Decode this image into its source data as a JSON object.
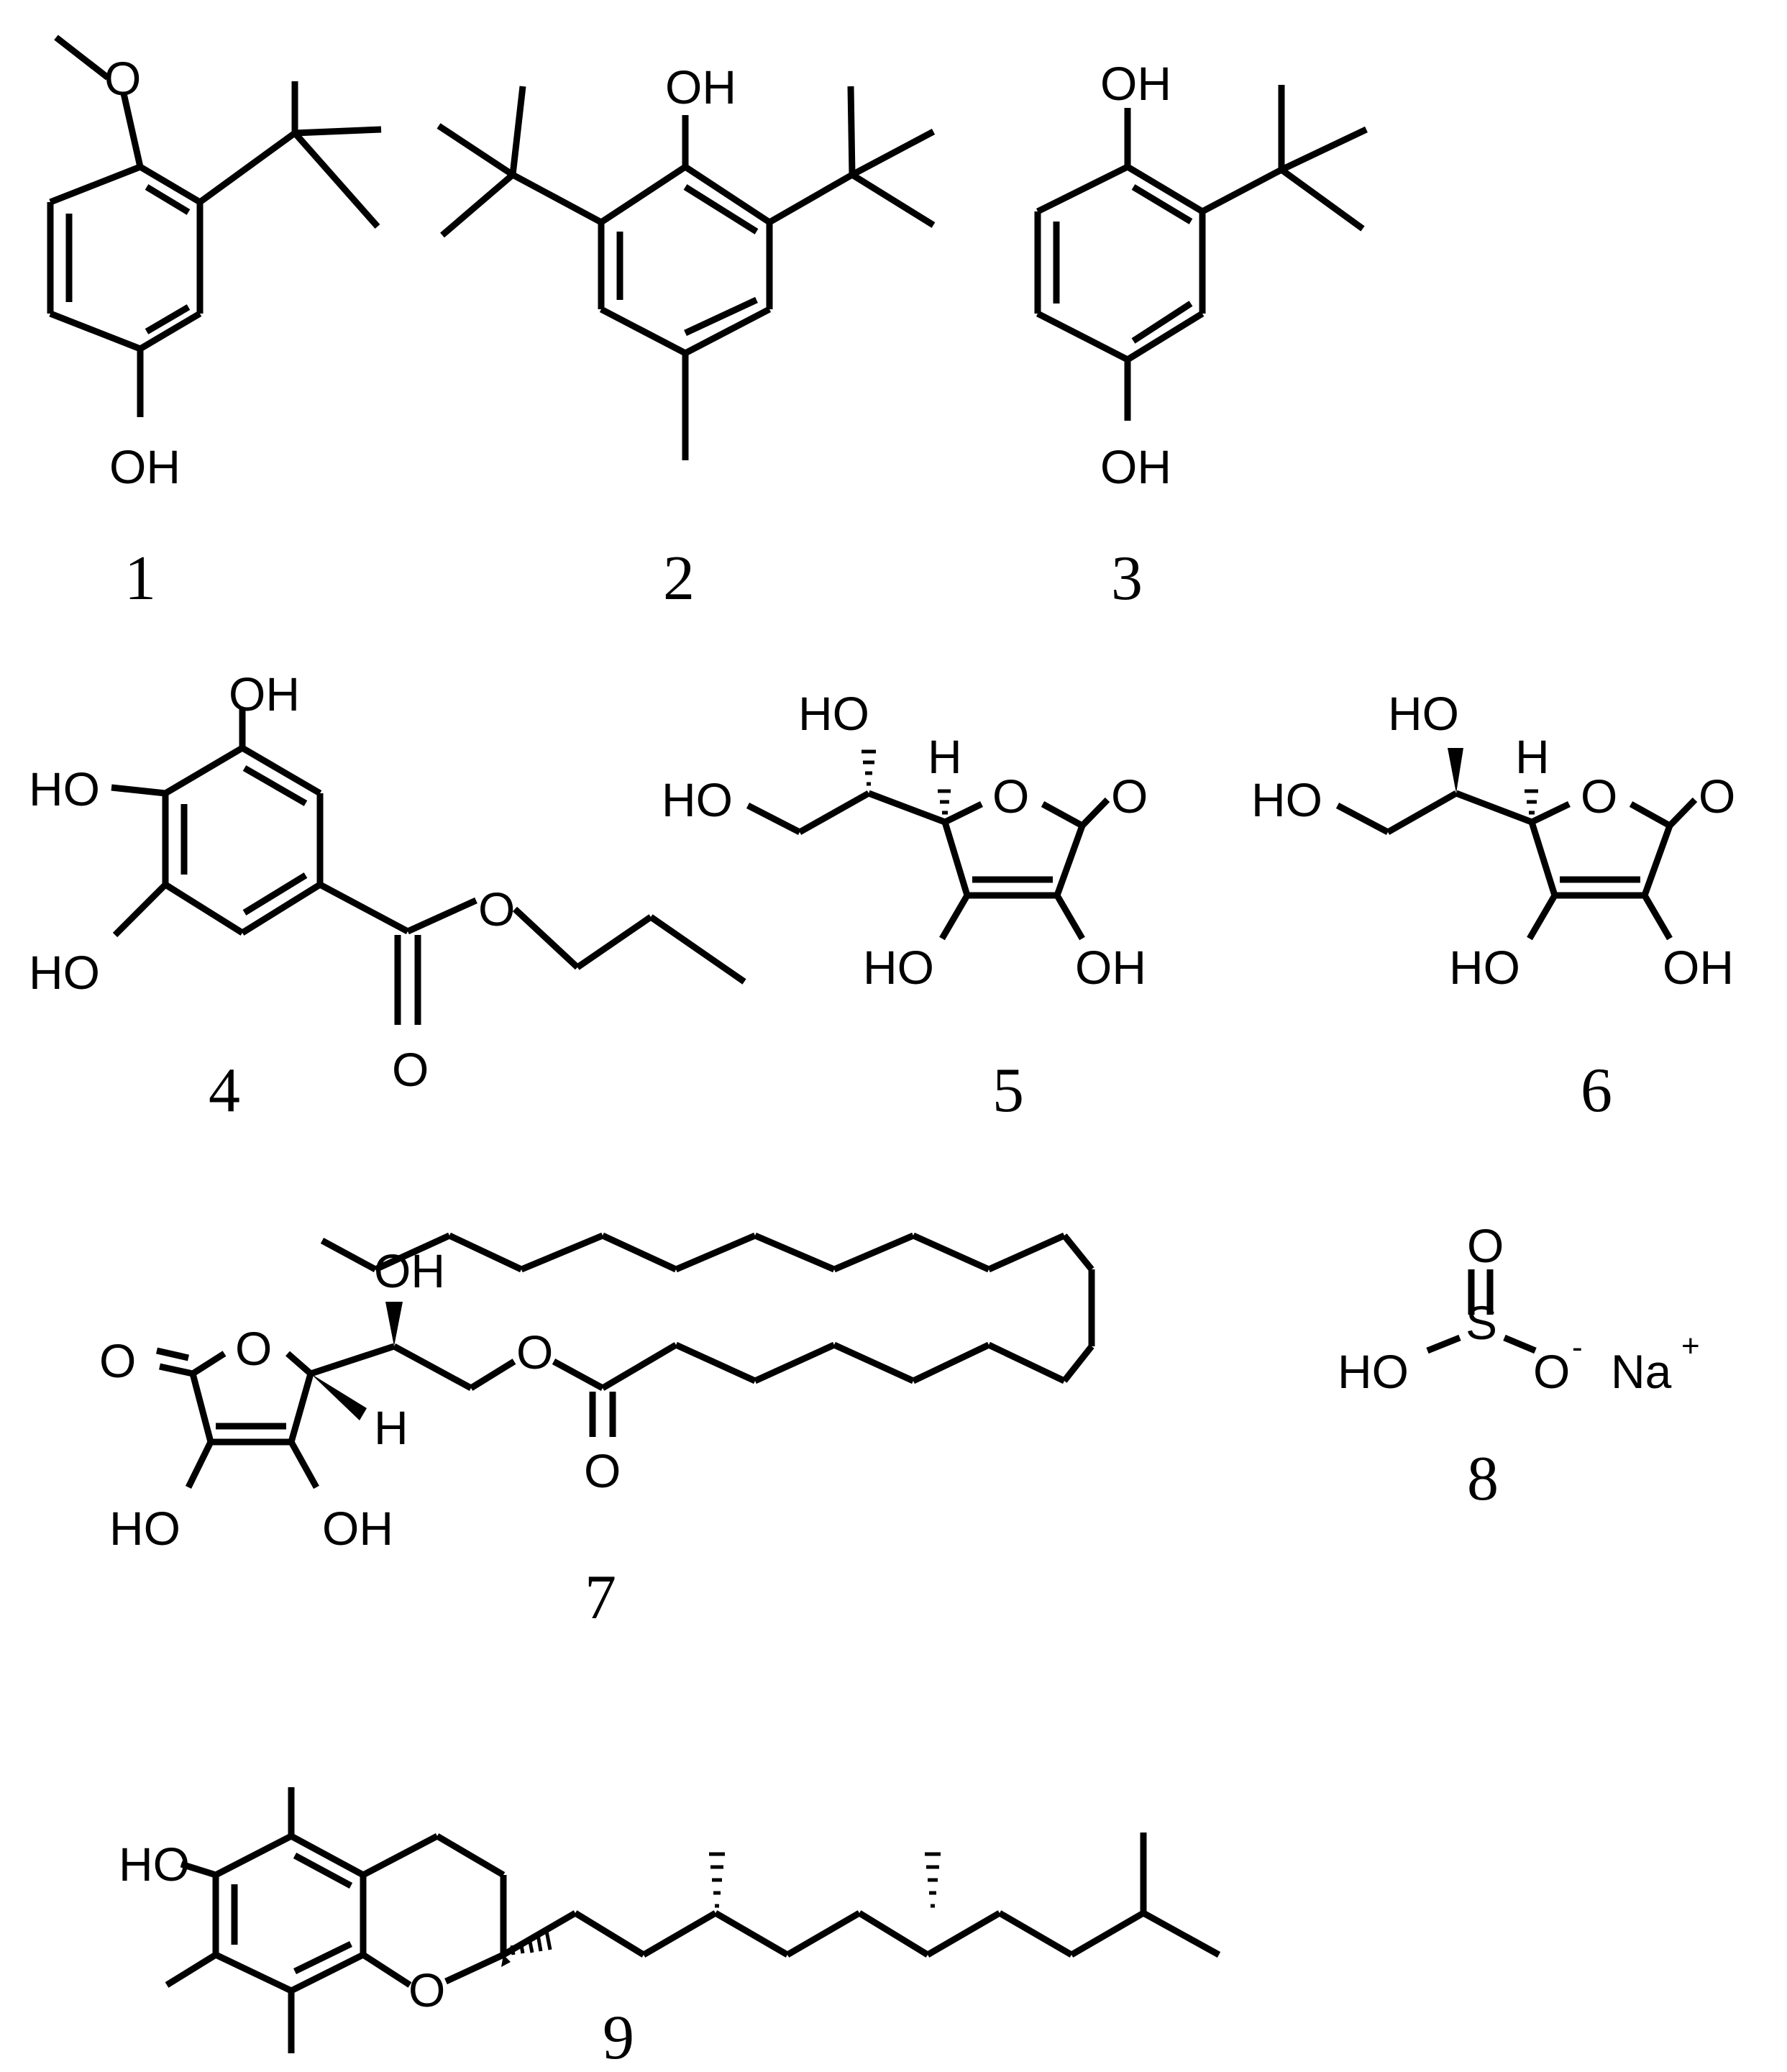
{
  "compounds": [
    {
      "number": "1",
      "labels": {
        "o_methoxy": "O",
        "oh": "OH"
      }
    },
    {
      "number": "2",
      "labels": {
        "oh": "OH"
      }
    },
    {
      "number": "3",
      "labels": {
        "oh_top": "OH",
        "oh_bottom": "OH"
      }
    },
    {
      "number": "4",
      "labels": {
        "oh_top": "OH",
        "ho_mid": "HO",
        "ho_low": "HO",
        "o_ester": "O",
        "o_carbonyl": "O"
      }
    },
    {
      "number": "5",
      "labels": {
        "ho_top": "HO",
        "h": "H",
        "ho_left": "HO",
        "o_ring": "O",
        "o_carbonyl": "O",
        "ho_bottom": "HO",
        "oh_bottom": "OH"
      }
    },
    {
      "number": "6",
      "labels": {
        "ho_top": "HO",
        "h": "H",
        "ho_left": "HO",
        "o_ring": "O",
        "o_carbonyl": "O",
        "ho_bottom": "HO",
        "oh_bottom": "OH"
      }
    },
    {
      "number": "7",
      "labels": {
        "oh_top": "OH",
        "o_carbonyl_left": "O",
        "o_ring": "O",
        "h": "H",
        "o_ester": "O",
        "o_carbonyl": "O",
        "ho_bottom": "HO",
        "oh_bottom": "OH"
      }
    },
    {
      "number": "8",
      "labels": {
        "o_top": "O",
        "s": "S",
        "ho": "HO",
        "o_minus": "O",
        "minus": "-",
        "na": "Na",
        "plus": "+"
      }
    },
    {
      "number": "9",
      "labels": {
        "ho": "HO",
        "o_ring": "O"
      }
    }
  ]
}
